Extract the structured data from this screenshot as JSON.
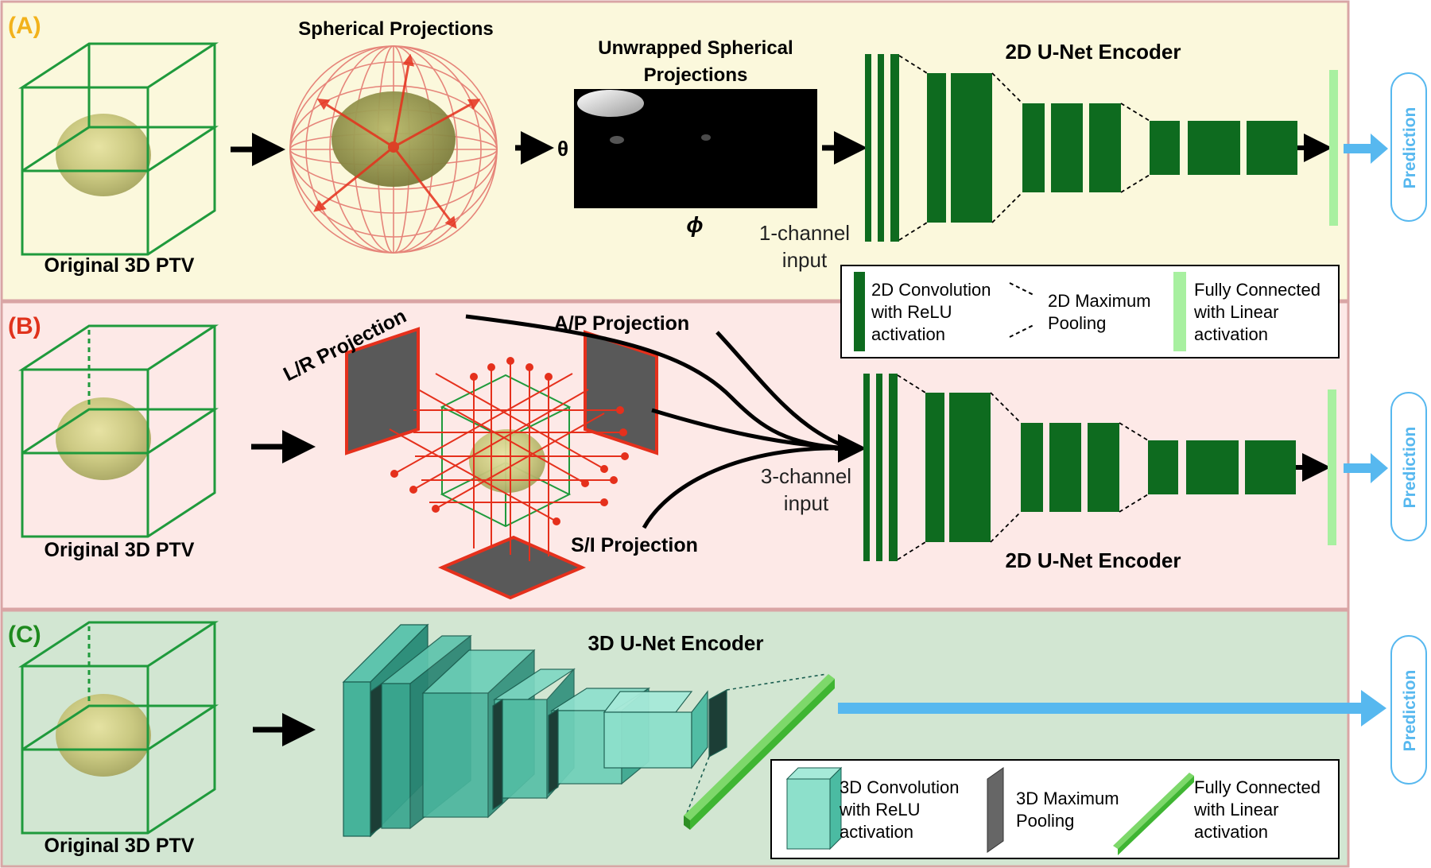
{
  "colors": {
    "panel_a_bg": "#fbf8dc",
    "panel_b_bg": "#fde9e7",
    "panel_c_bg": "#d2e6d2",
    "panel_border": "#d9a5a5",
    "label_a": "#f2b21b",
    "label_b": "#e0321c",
    "label_c": "#1e8a1e",
    "cube_green": "#1f9a3c",
    "conv_green": "#0e6b1f",
    "fc_light_green": "#a8f0a0",
    "prediction_blue": "#57b8ef",
    "projection_red": "#e5301c",
    "teal": "#3fae9a"
  },
  "panel_a": {
    "label": "(A)",
    "cube_caption": "Original 3D PTV",
    "sphere_title": "Spherical Projections",
    "unwrapped_title_line1": "Unwrapped Spherical",
    "unwrapped_title_line2": "Projections",
    "theta_label": "θ",
    "phi_label": "ϕ",
    "input_line1": "1-channel",
    "input_line2": "input",
    "encoder_title": "2D U-Net Encoder",
    "prediction": "Prediction"
  },
  "legend_2d": {
    "conv_line1": "2D Convolution",
    "conv_line2": "with ReLU",
    "conv_line3": "activation",
    "pool_line1": "2D Maximum",
    "pool_line2": "Pooling",
    "fc_line1": "Fully Connected",
    "fc_line2": "with Linear",
    "fc_line3": "activation"
  },
  "panel_b": {
    "label": "(B)",
    "cube_caption": "Original 3D PTV",
    "lr_projection": "L/R Projection",
    "ap_projection": "A/P Projection",
    "si_projection": "S/I Projection",
    "input_line1": "3-channel",
    "input_line2": "input",
    "encoder_title": "2D U-Net Encoder",
    "prediction": "Prediction"
  },
  "panel_c": {
    "label": "(C)",
    "cube_caption": "Original 3D PTV",
    "encoder_title": "3D U-Net Encoder",
    "prediction": "Prediction"
  },
  "legend_3d": {
    "conv_line1": "3D Convolution",
    "conv_line2": "with ReLU",
    "conv_line3": "activation",
    "pool_line1": "3D Maximum",
    "pool_line2": "Pooling",
    "fc_line1": "Fully Connected",
    "fc_line2": "with Linear",
    "fc_line3": "activation"
  }
}
